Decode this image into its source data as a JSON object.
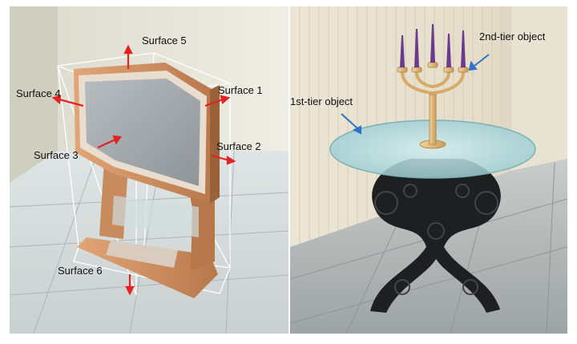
{
  "left_panel": {
    "labels": {
      "surface5": "Surface 5",
      "surface4": "Surface 4",
      "surface1": "Surface 1",
      "surface3": "Surface 3",
      "surface2": "Surface 2",
      "surface6": "Surface 6"
    }
  },
  "right_panel": {
    "labels": {
      "tier2": "2nd-tier object",
      "tier1": "1st-tier object"
    }
  },
  "colors": {
    "arrow_red": "#e32222",
    "arrow_blue": "#2f74c9",
    "wood": "#c8875a",
    "screen": "#9ea3a7",
    "glass": "#a9d3d8",
    "iron": "#1d1f20",
    "candle": "#6a3a8f"
  }
}
